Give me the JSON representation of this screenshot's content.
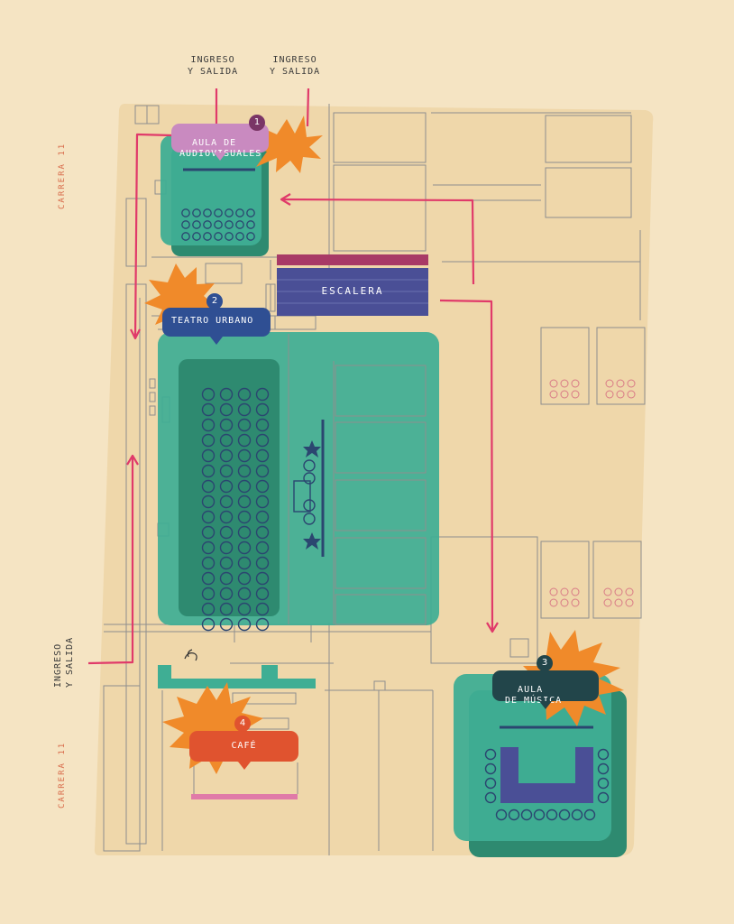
{
  "streets": {
    "top": "CARRERA 11",
    "bottom": "CARRERA 11"
  },
  "entrances": {
    "entrance_1": "INGRESO\nY SALIDA",
    "entrance_2": "INGRESO\nY SALIDA",
    "entrance_3": "INGRESO\nY SALIDA"
  },
  "stairs": {
    "label": "ESCALERA"
  },
  "locations": [
    {
      "number": "1",
      "label": "AULA DE\nAUDIOVISUALES",
      "color": "#c98ac0",
      "badge_color": "#7a3566"
    },
    {
      "number": "2",
      "label": "TEATRO URBANO",
      "color": "#2f4f93",
      "badge_color": "#2f4f93"
    },
    {
      "number": "3",
      "label": "AULA\nDE MÚSICA",
      "color": "#22454a",
      "badge_color": "#22454a"
    },
    {
      "number": "4",
      "label": "CAFÉ",
      "color": "#e0532f",
      "badge_color": "#e0532f"
    }
  ],
  "colors": {
    "background": "#f5e4c3",
    "building": "#efd7aa",
    "teal": "#3fae94",
    "teal_dark": "#2e8a70",
    "route": "#e03a6a",
    "burst": "#f08a2a",
    "stairs": "#4a4f96"
  }
}
